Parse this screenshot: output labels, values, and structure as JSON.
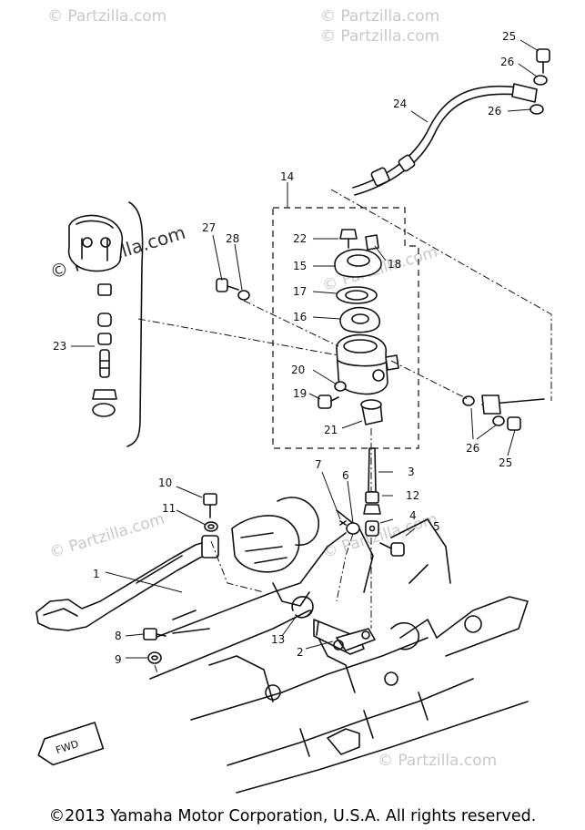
{
  "watermarks": [
    {
      "id": "wm1",
      "text": "© Partzilla.com"
    },
    {
      "id": "wm2",
      "text": "© Partzilla.com"
    },
    {
      "id": "wm3",
      "text": "© Partzilla.com"
    },
    {
      "id": "wm4",
      "text": "© Partzilla.com"
    },
    {
      "id": "wm5",
      "text": "© Partzilla.com"
    },
    {
      "id": "wm6",
      "text": "© Partzilla.com"
    },
    {
      "id": "wm7",
      "text": "© Partzilla.com"
    },
    {
      "id": "wm8",
      "text": "© Partzilla.com"
    }
  ],
  "callouts": {
    "c1": "1",
    "c2": "2",
    "c3": "3",
    "c4": "4",
    "c5": "5",
    "c6": "6",
    "c7": "7",
    "c8": "8",
    "c9": "9",
    "c10": "10",
    "c11": "11",
    "c12": "12",
    "c13": "13",
    "c14": "14",
    "c15": "15",
    "c16": "16",
    "c17": "17",
    "c18": "18",
    "c19": "19",
    "c20": "20",
    "c21": "21",
    "c22": "22",
    "c23": "23",
    "c24": "24",
    "c25a": "25",
    "c25b": "25",
    "c26a": "26",
    "c26b": "26",
    "c26c": "26",
    "c27": "27",
    "c28": "28"
  },
  "fwd_mark": "FWD",
  "copyright": "©2013 Yamaha Motor Corporation, U.S.A. All rights reserved."
}
